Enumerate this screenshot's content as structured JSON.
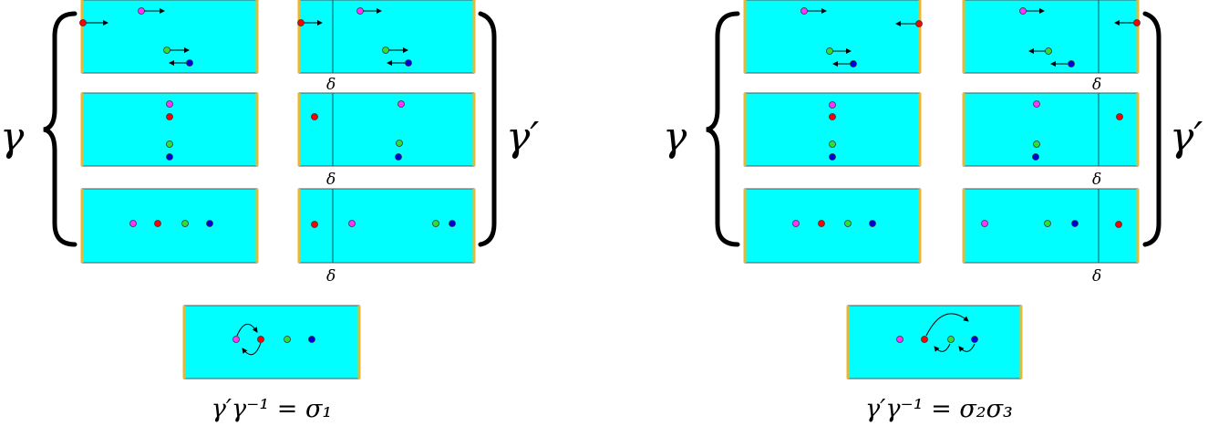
{
  "labels": {
    "gamma": "γ",
    "gamma_prime": "γ′",
    "delta": "δ"
  },
  "left_diagram": {
    "formula": "γ′γ⁻¹ = σ₁"
  },
  "right_diagram": {
    "formula": "γ′γ⁻¹ = σ₂σ₃"
  },
  "colors": {
    "panel": "#00ffff",
    "edge": "#e8b830",
    "magenta": "#ff33ff",
    "red": "#ff0000",
    "green": "#33dd33",
    "blue": "#0000dd"
  }
}
